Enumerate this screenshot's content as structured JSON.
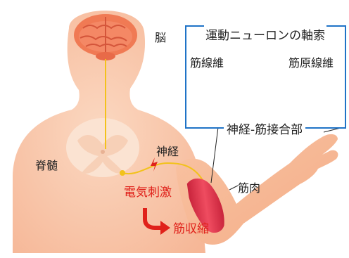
{
  "labels": {
    "brain": "脳",
    "spinal_cord": "脊髄",
    "nerve": "神経",
    "muscle": "筋肉",
    "electric_stimulus": "電気刺激",
    "muscle_contraction": "筋収縮"
  },
  "inset": {
    "title": "運動ニューロンの軸索",
    "muscle_fiber": "筋線維",
    "myofibril": "筋原線維",
    "junction": "神経-筋接合部"
  },
  "colors": {
    "body": "#f9c6a5",
    "brain": "#f07a54",
    "nerve": "#f2c21b",
    "spinal_cord": "#fbe3d2",
    "muscle": "#e0394f",
    "accent_red": "#e0211a",
    "inset_border": "#1f73c7",
    "inset_muscle": "#d81b6a"
  }
}
